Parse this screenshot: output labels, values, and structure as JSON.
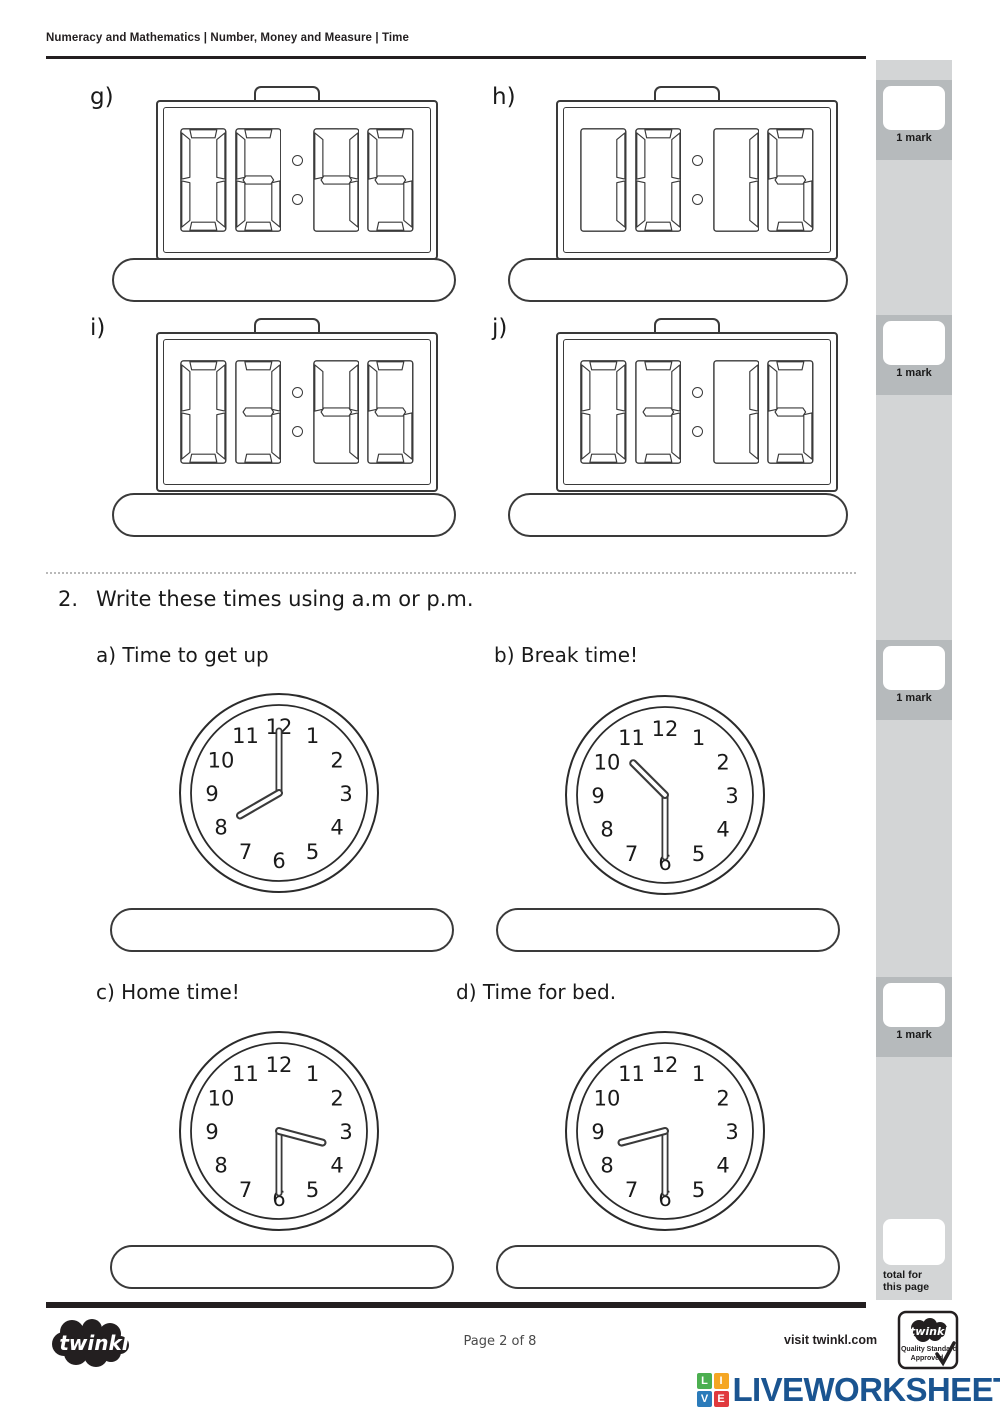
{
  "header": {
    "title": "Numeracy and Mathematics | Number, Money and Measure | Time"
  },
  "question1": {
    "items": [
      {
        "label": "g)",
        "time": "06:45",
        "hours": "06",
        "minutes": "45"
      },
      {
        "label": "h)",
        "time": "10:15",
        "hours": "10",
        "minutes": "15"
      },
      {
        "label": "i)",
        "time": "03:45",
        "hours": "03",
        "minutes": "45"
      },
      {
        "label": "j)",
        "time": "03:15",
        "hours": "03",
        "minutes": "15"
      }
    ],
    "answer_value": ""
  },
  "question2": {
    "number": "2.",
    "prompt": "Write these times using a.m or p.m.",
    "items": [
      {
        "label": "a) Time to get up",
        "clock_time": "8:00",
        "hour": 8,
        "minute": 0,
        "answer_value": ""
      },
      {
        "label": "b) Break time!",
        "clock_time": "10:30",
        "hour": 10,
        "minute": 30,
        "answer_value": ""
      },
      {
        "label": "c) Home time!",
        "clock_time": "3:30",
        "hour": 3,
        "minute": 30,
        "answer_value": ""
      },
      {
        "label": "d) Time for bed.",
        "clock_time": "8:30",
        "hour": 8,
        "minute": 30,
        "answer_value": ""
      }
    ],
    "clock_numerals": [
      "1",
      "2",
      "3",
      "4",
      "5",
      "6",
      "7",
      "8",
      "9",
      "10",
      "11",
      "12"
    ]
  },
  "marks_rail": {
    "cells": [
      {
        "label": "1 mark",
        "value": ""
      },
      {
        "label": "1 mark",
        "value": ""
      },
      {
        "label": "1 mark",
        "value": ""
      },
      {
        "label": "1 mark",
        "value": ""
      }
    ],
    "total": {
      "line1": "total for",
      "line2": "this page",
      "value": ""
    }
  },
  "footer": {
    "logo_text": "twinkl",
    "page_label": "Page 2 of 8",
    "visit_text": "visit twinkl.com",
    "badge": {
      "brand": "twinkl",
      "line1": "Quality Standard",
      "line2": "Approved"
    }
  },
  "liveworksheets": {
    "blocks": [
      {
        "letter": "L",
        "color": "#4CAF50"
      },
      {
        "letter": "I",
        "color": "#F5A623"
      },
      {
        "letter": "V",
        "color": "#2B7BBA"
      },
      {
        "letter": "E",
        "color": "#E03A3E"
      }
    ],
    "wordmark": "LIVEWORKSHEETS",
    "wordmark_color": "#1a5490"
  }
}
